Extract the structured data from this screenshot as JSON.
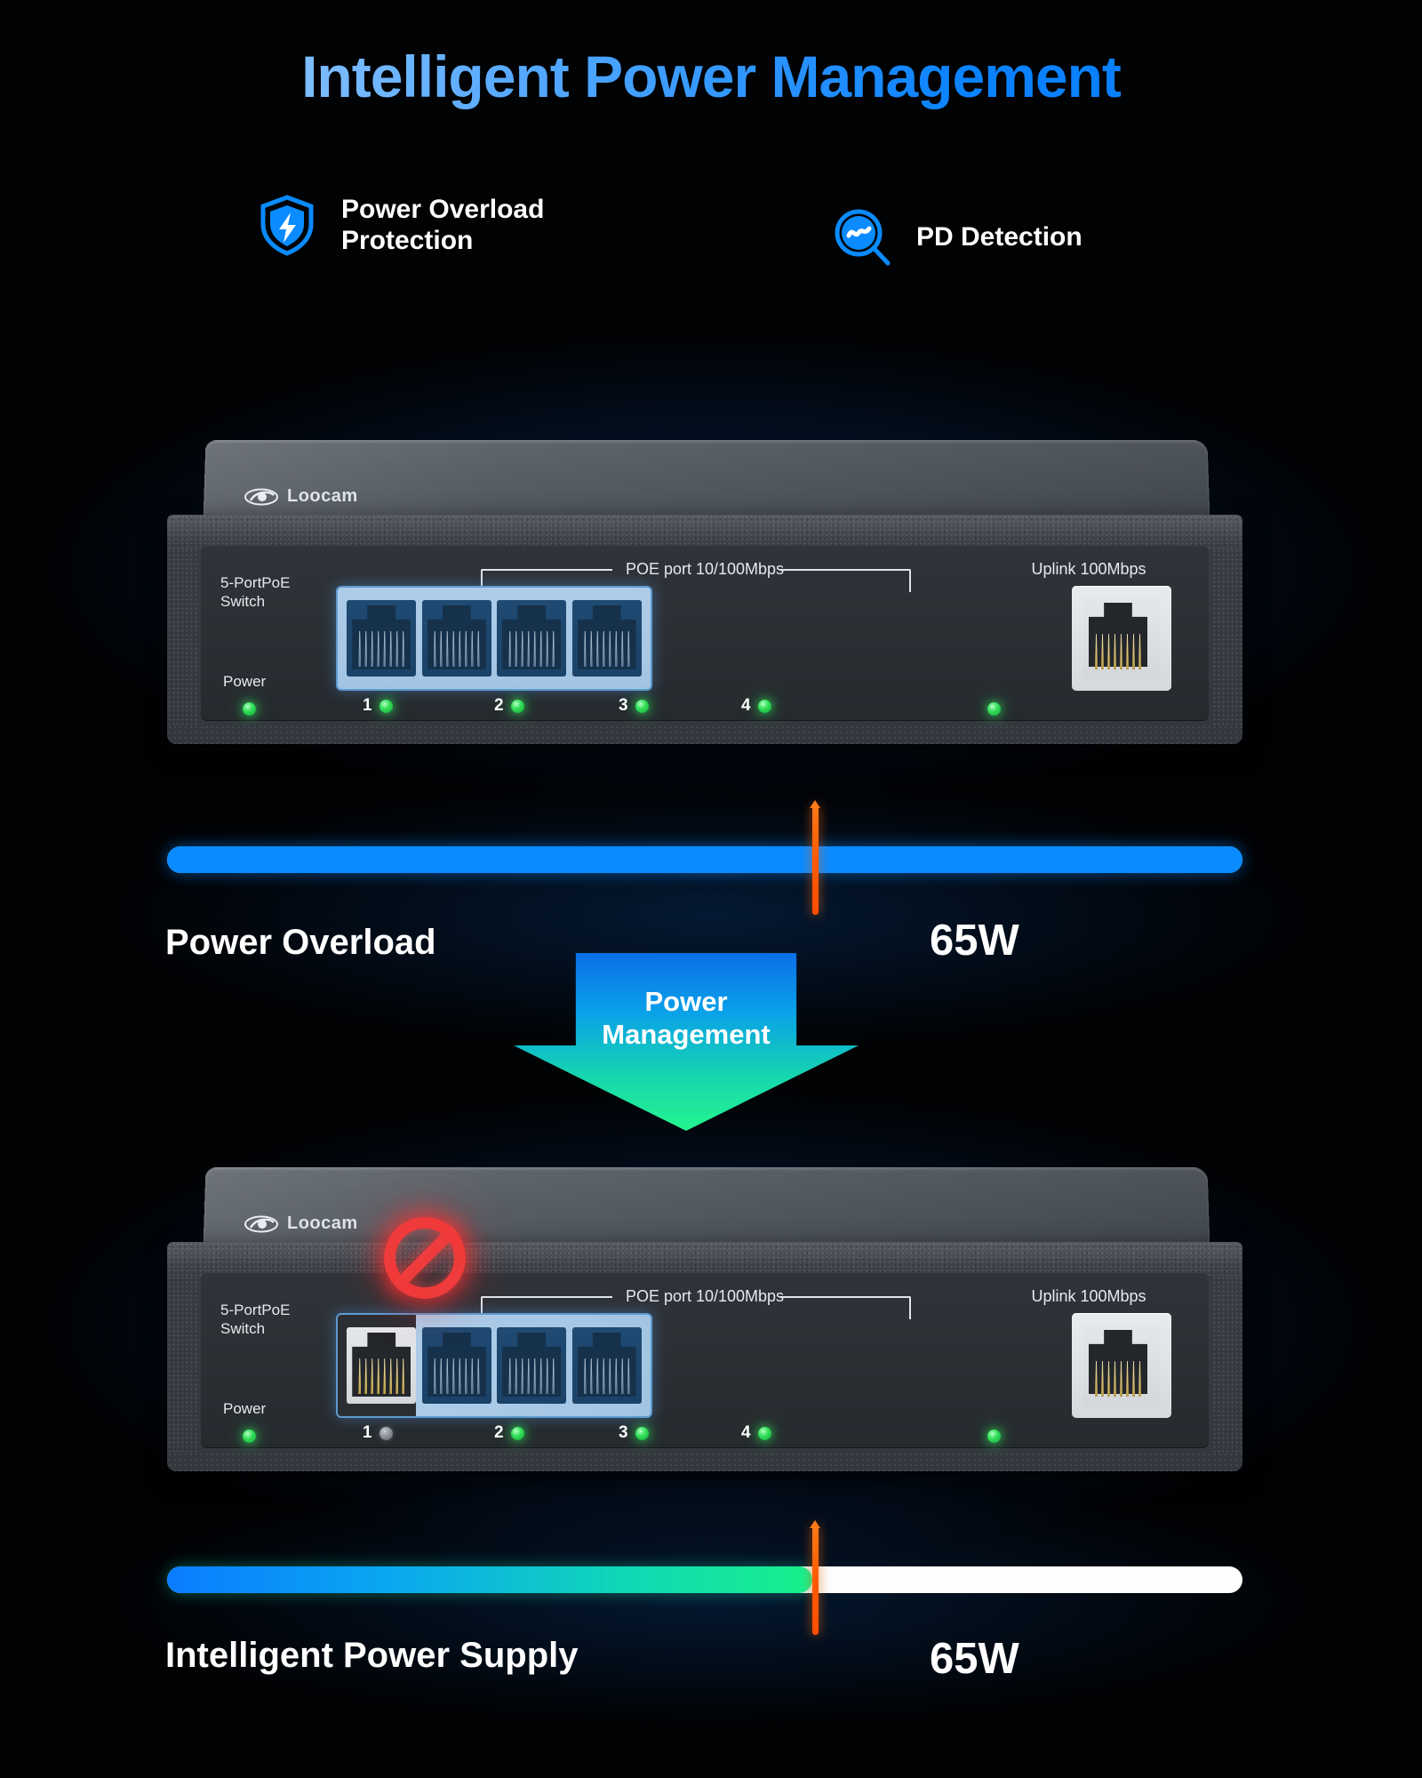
{
  "title": "Intelligent Power Management",
  "features": [
    {
      "icon": "shield-bolt-icon",
      "label": "Power Overload\nProtection"
    },
    {
      "icon": "magnifier-pulse-icon",
      "label": "PD Detection"
    }
  ],
  "devices": [
    {
      "id": "device-overload",
      "brand": "Loocam",
      "model_label": "5-PortPoE\nSwitch",
      "poe_label": "POE port 10/100Mbps",
      "uplink_label": "Uplink 100Mbps",
      "power_label": "Power",
      "power_led": "green",
      "uplink_led": "green",
      "ports": [
        {
          "num": "1",
          "led": "green",
          "style": "poe"
        },
        {
          "num": "2",
          "led": "green",
          "style": "poe"
        },
        {
          "num": "3",
          "led": "green",
          "style": "poe"
        },
        {
          "num": "4",
          "led": "green",
          "style": "poe"
        }
      ],
      "blocked": false
    },
    {
      "id": "device-managed",
      "brand": "Loocam",
      "model_label": "5-PortPoE\nSwitch",
      "poe_label": "POE port 10/100Mbps",
      "uplink_label": "Uplink 100Mbps",
      "power_label": "Power",
      "power_led": "green",
      "uplink_led": "green",
      "ports": [
        {
          "num": "1",
          "led": "gray",
          "style": "disabled"
        },
        {
          "num": "2",
          "led": "green",
          "style": "poe"
        },
        {
          "num": "3",
          "led": "green",
          "style": "poe"
        },
        {
          "num": "4",
          "led": "green",
          "style": "poe"
        }
      ],
      "blocked": true
    }
  ],
  "bars": [
    {
      "row_label": "Power Overload",
      "capacity_label": "65W",
      "fill_style": "solid",
      "fill_percent": 100,
      "marker_percent": 60
    },
    {
      "row_label": "Intelligent Power Supply",
      "capacity_label": "65W",
      "fill_style": "grad",
      "fill_percent": 60,
      "marker_percent": 60
    }
  ],
  "arrow": {
    "label": "Power\nManagement"
  },
  "colors": {
    "accent_blue": "#0a8bff",
    "title_blue": "#0b7dff",
    "green_led": "#34e05a",
    "gray_led": "#8d9299",
    "marker_orange": "#ff5a00",
    "arrow_green": "#25f58e",
    "block_red": "#ef3b3b"
  }
}
